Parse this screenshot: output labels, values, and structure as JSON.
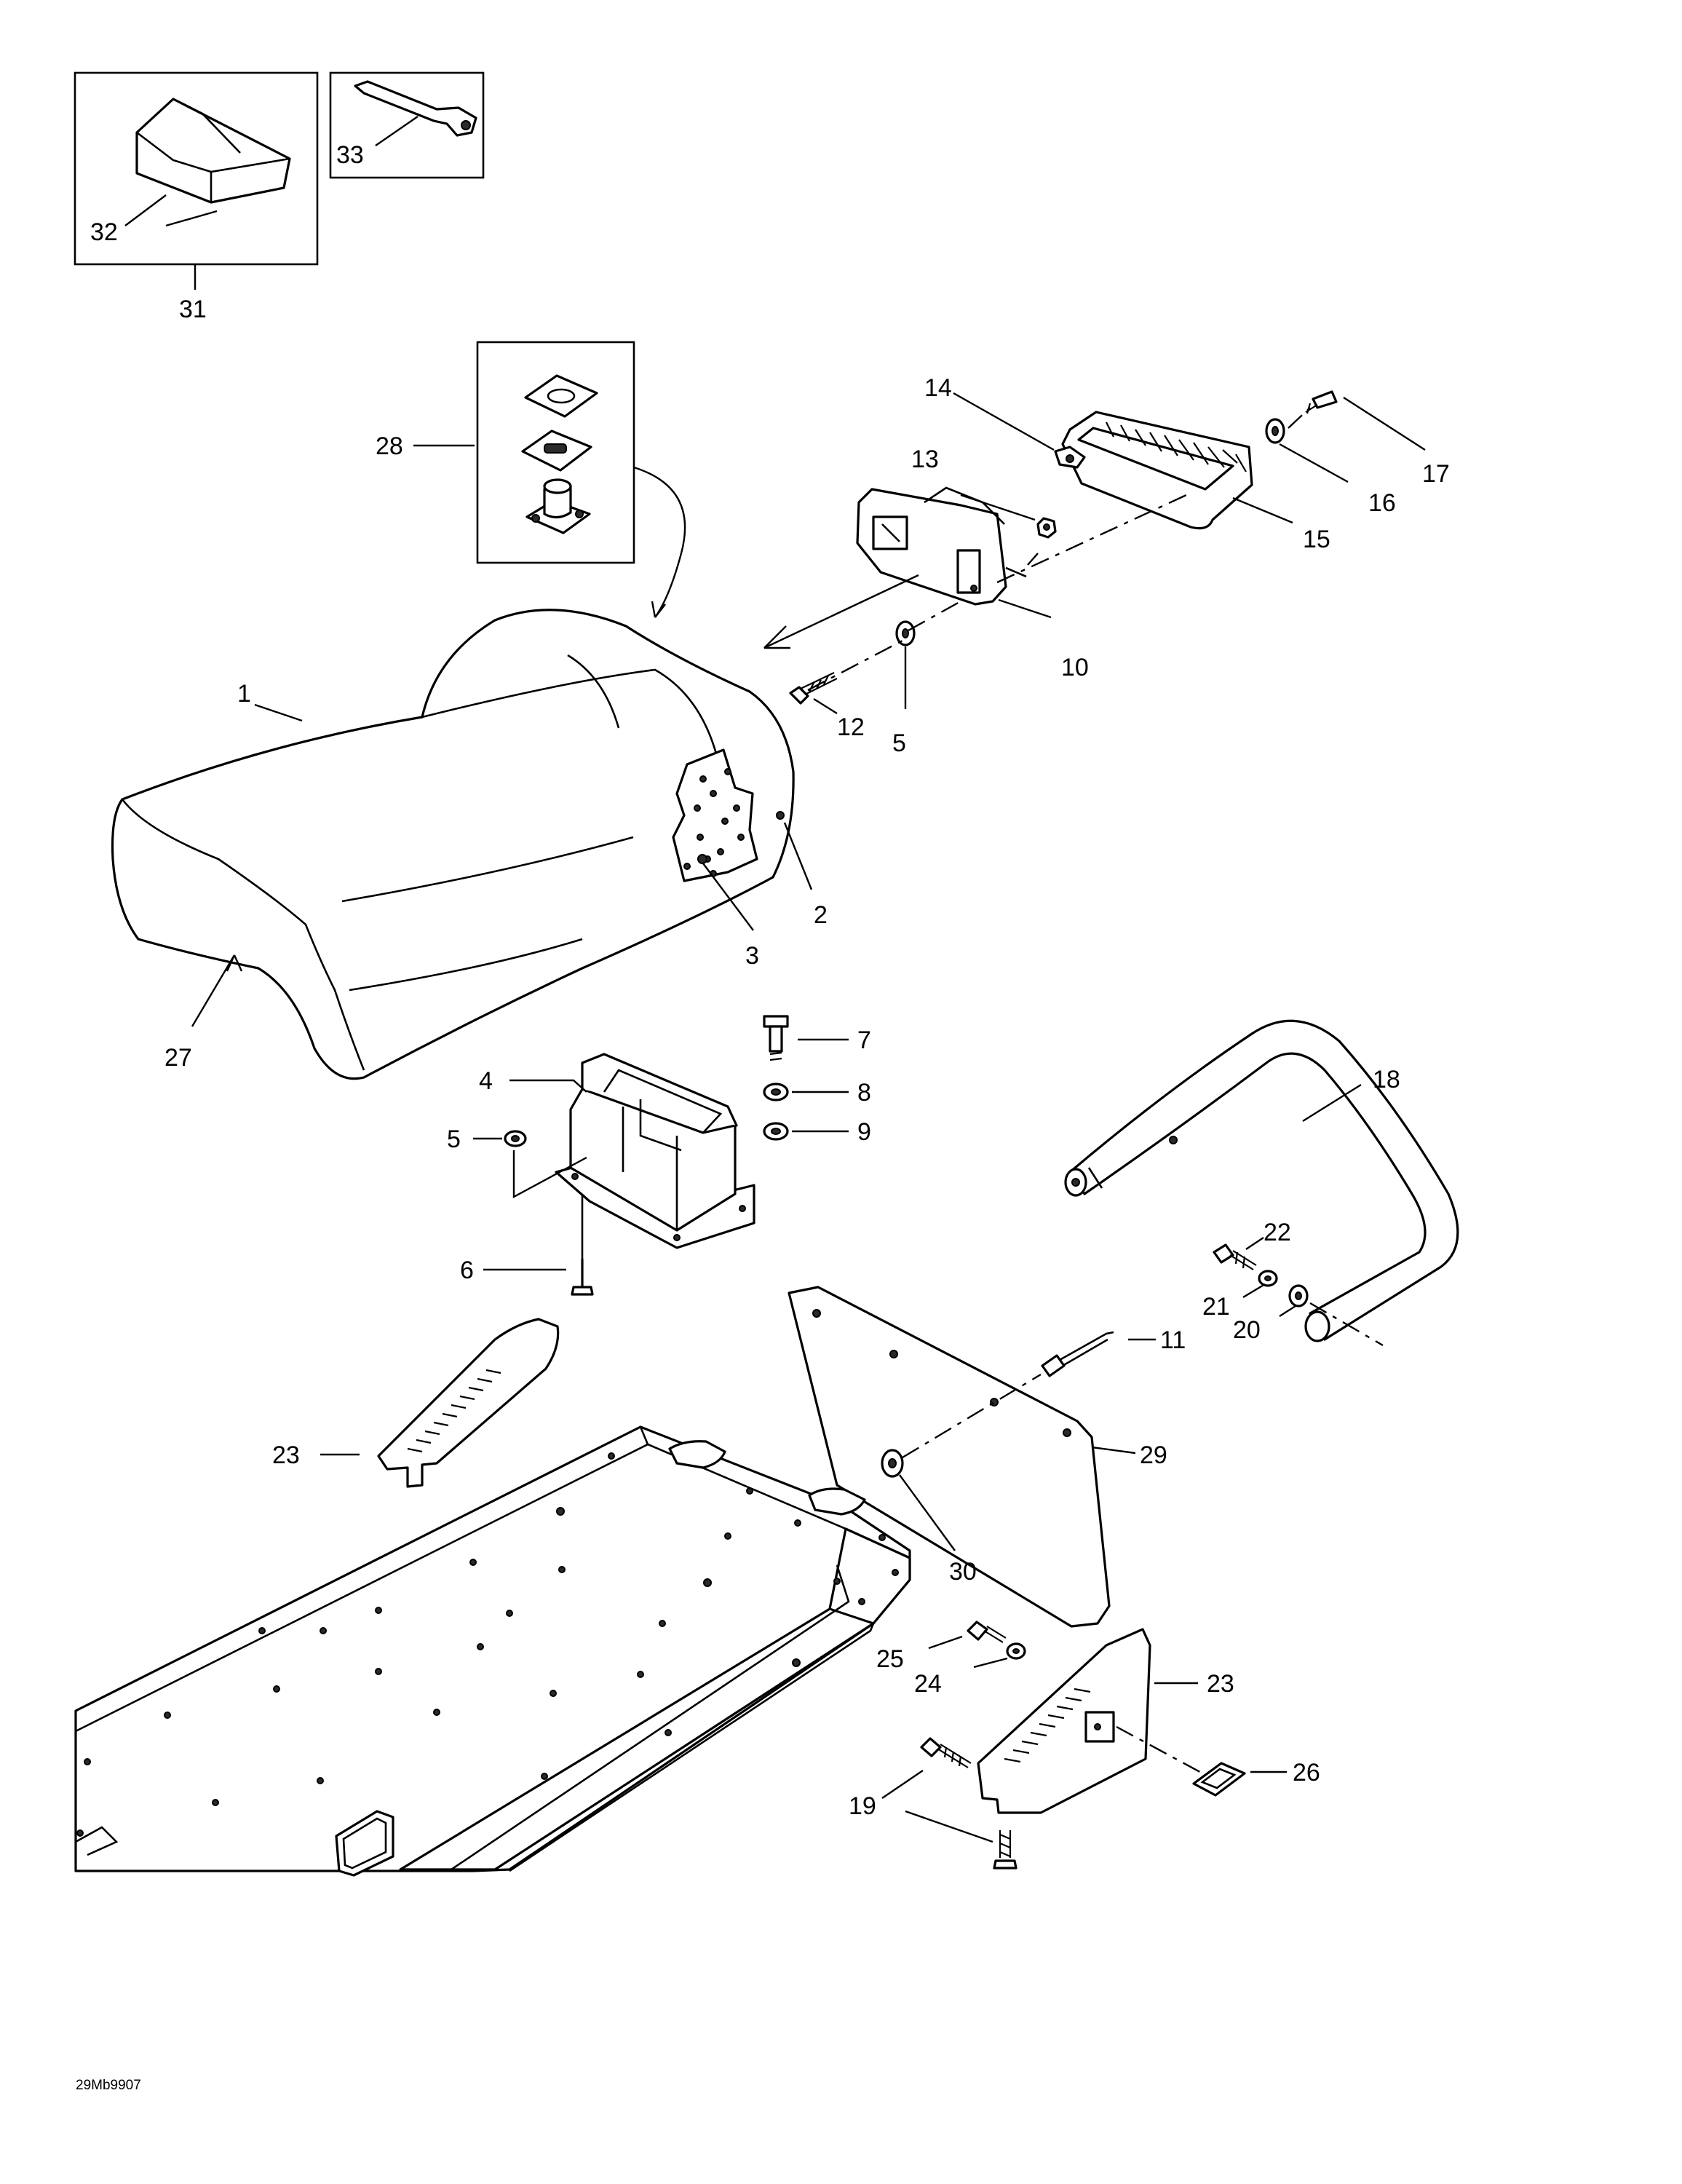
{
  "figure_code": "29Mb9907",
  "labels": {
    "c1": "1",
    "c2": "2",
    "c3": "3",
    "c4": "4",
    "c5a": "5",
    "c5b": "5",
    "c6": "6",
    "c7": "7",
    "c8": "8",
    "c9": "9",
    "c10": "10",
    "c11": "11",
    "c12": "12",
    "c13": "13",
    "c14": "14",
    "c15": "15",
    "c16": "16",
    "c17": "17",
    "c18": "18",
    "c19": "19",
    "c20": "20",
    "c21": "21",
    "c22": "22",
    "c23a": "23",
    "c23b": "23",
    "c24": "24",
    "c25": "25",
    "c26": "26",
    "c27": "27",
    "c28": "28",
    "c29": "29",
    "c30": "30",
    "c31": "31",
    "c32": "32",
    "c33": "33"
  }
}
